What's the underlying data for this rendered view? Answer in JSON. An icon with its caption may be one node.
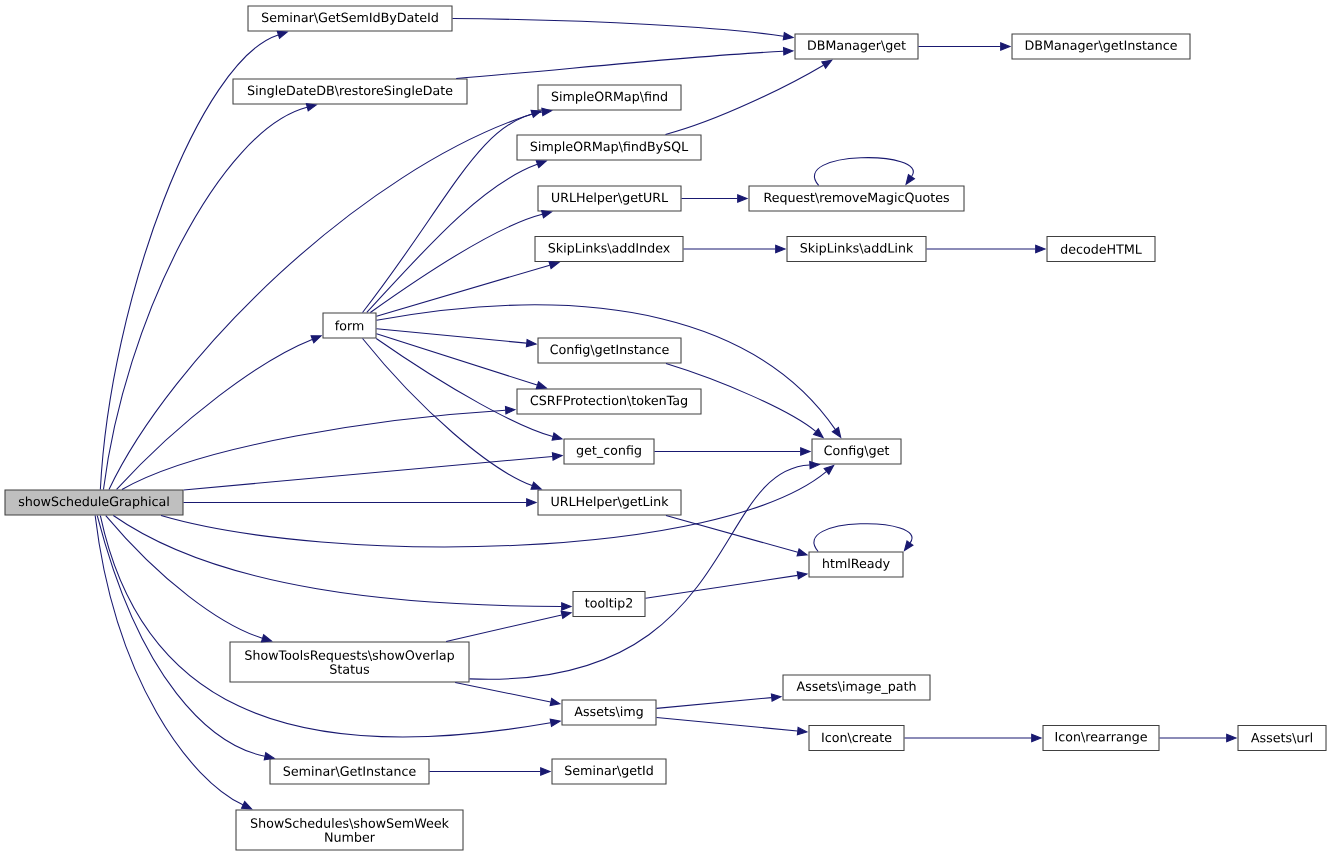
{
  "diagram": {
    "nodes": [
      {
        "text": [
          "showScheduleGraphical"
        ]
      },
      {
        "text": [
          "Seminar\\GetSemIdByDateId"
        ]
      },
      {
        "text": [
          "SingleDateDB\\restoreSingleDate"
        ]
      },
      {
        "text": [
          "form"
        ]
      },
      {
        "text": [
          "DBManager\\get"
        ]
      },
      {
        "text": [
          "DBManager\\getInstance"
        ]
      },
      {
        "text": [
          "SimpleORMap\\find"
        ]
      },
      {
        "text": [
          "SimpleORMap\\findBySQL"
        ]
      },
      {
        "text": [
          "URLHelper\\getURL"
        ]
      },
      {
        "text": [
          "Request\\removeMagicQuotes"
        ]
      },
      {
        "text": [
          "SkipLinks\\addIndex"
        ]
      },
      {
        "text": [
          "SkipLinks\\addLink"
        ]
      },
      {
        "text": [
          "decodeHTML"
        ]
      },
      {
        "text": [
          "Config\\getInstance"
        ]
      },
      {
        "text": [
          "CSRFProtection\\tokenTag"
        ]
      },
      {
        "text": [
          "get_config"
        ]
      },
      {
        "text": [
          "Config\\get"
        ]
      },
      {
        "text": [
          "URLHelper\\getLink"
        ]
      },
      {
        "text": [
          "htmlReady"
        ]
      },
      {
        "text": [
          "tooltip2"
        ]
      },
      {
        "text": [
          "ShowToolsRequests\\showOverlap Status"
        ]
      },
      {
        "text": [
          "Assets\\img"
        ]
      },
      {
        "text": [
          "Assets\\image_path"
        ]
      },
      {
        "text": [
          "Icon\\create"
        ]
      },
      {
        "text": [
          "Icon\\rearrange"
        ]
      },
      {
        "text": [
          "Assets\\url"
        ]
      },
      {
        "text": [
          "Seminar\\GetInstance"
        ]
      },
      {
        "text": [
          "Seminar\\getId"
        ]
      },
      {
        "text": [
          "ShowSchedules\\showSemWeek Number"
        ]
      }
    ],
    "edges": [
      {
        "from": 0,
        "to": 1,
        "arrow": "to"
      },
      {
        "from": 0,
        "to": 2,
        "arrow": "to"
      },
      {
        "from": 0,
        "to": 6,
        "arrow": "to"
      },
      {
        "from": 0,
        "to": 3,
        "arrow": "to"
      },
      {
        "from": 0,
        "to": 14,
        "arrow": "to"
      },
      {
        "from": 0,
        "to": 15,
        "arrow": "to"
      },
      {
        "from": 0,
        "to": 17,
        "arrow": "to"
      },
      {
        "from": 0,
        "to": 16,
        "arrow": "to"
      },
      {
        "from": 0,
        "to": 19,
        "arrow": "to"
      },
      {
        "from": 0,
        "to": 20,
        "arrow": "to"
      },
      {
        "from": 0,
        "to": 21,
        "arrow": "to"
      },
      {
        "from": 0,
        "to": 26,
        "arrow": "to"
      },
      {
        "from": 0,
        "to": 28,
        "arrow": "to"
      },
      {
        "from": 3,
        "to": 6,
        "arrow": "to"
      },
      {
        "from": 3,
        "to": 7,
        "arrow": "to"
      },
      {
        "from": 3,
        "to": 8,
        "arrow": "to"
      },
      {
        "from": 3,
        "to": 10,
        "arrow": "to"
      },
      {
        "from": 3,
        "to": 16,
        "arrow": "to"
      },
      {
        "from": 3,
        "to": 13,
        "arrow": "to"
      },
      {
        "from": 3,
        "to": 14,
        "arrow": "to"
      },
      {
        "from": 3,
        "to": 15,
        "arrow": "to"
      },
      {
        "from": 3,
        "to": 17,
        "arrow": "to"
      },
      {
        "from": 1,
        "to": 4,
        "arrow": "to"
      },
      {
        "from": 2,
        "to": 4,
        "arrow": "to"
      },
      {
        "from": 7,
        "to": 4,
        "arrow": "to"
      },
      {
        "from": 4,
        "to": 5,
        "arrow": "to"
      },
      {
        "from": 8,
        "to": 9,
        "arrow": "to"
      },
      {
        "from": 9,
        "to": 9,
        "arrow": "to"
      },
      {
        "from": 10,
        "to": 11,
        "arrow": "to"
      },
      {
        "from": 11,
        "to": 12,
        "arrow": "to"
      },
      {
        "from": 13,
        "to": 16,
        "arrow": "to"
      },
      {
        "from": 15,
        "to": 16,
        "arrow": "to"
      },
      {
        "from": 17,
        "to": 18,
        "arrow": "to"
      },
      {
        "from": 18,
        "to": 18,
        "arrow": "to"
      },
      {
        "from": 19,
        "to": 18,
        "arrow": "to"
      },
      {
        "from": 20,
        "to": 19,
        "arrow": "to"
      },
      {
        "from": 20,
        "to": 16,
        "arrow": "to"
      },
      {
        "from": 20,
        "to": 21,
        "arrow": "to"
      },
      {
        "from": 21,
        "to": 22,
        "arrow": "to"
      },
      {
        "from": 21,
        "to": 23,
        "arrow": "to"
      },
      {
        "from": 23,
        "to": 24,
        "arrow": "to"
      },
      {
        "from": 24,
        "to": 25,
        "arrow": "to"
      },
      {
        "from": 26,
        "to": 27,
        "arrow": "to"
      }
    ]
  }
}
